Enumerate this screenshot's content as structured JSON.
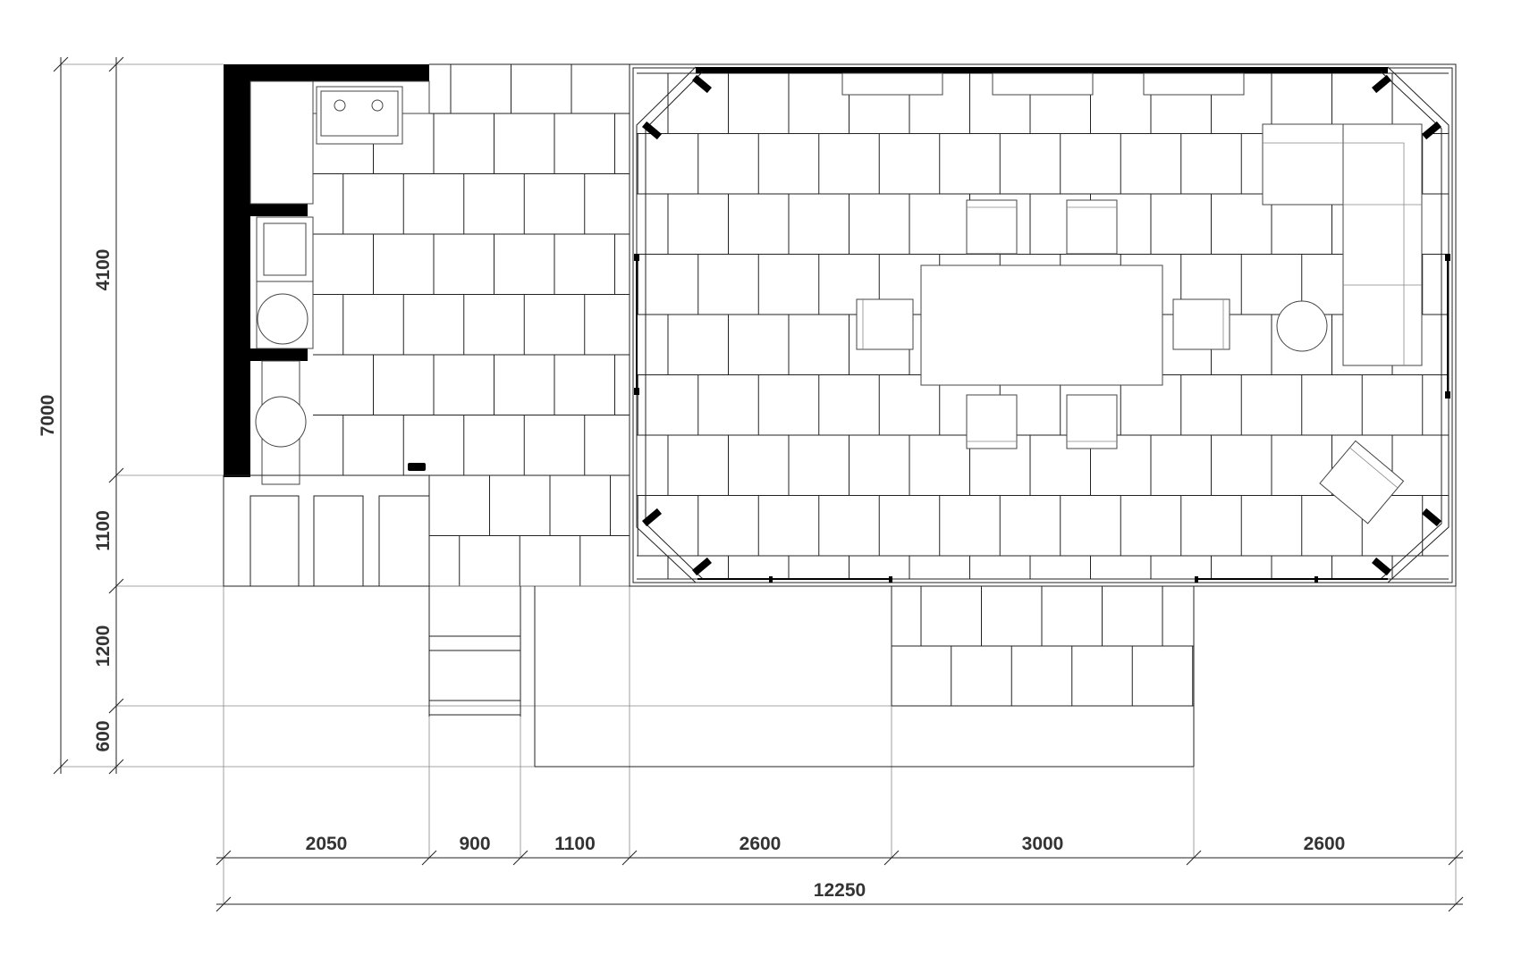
{
  "title": "",
  "dimensions": {
    "horizontal": {
      "segments": [
        "2050",
        "900",
        "1100",
        "2600",
        "3000",
        "2600"
      ],
      "total": "12250"
    },
    "vertical": {
      "segments": [
        "4100",
        "1100",
        "1200",
        "600"
      ],
      "total": "7000"
    }
  },
  "colors": {
    "line": "#222222",
    "wall": "#000000",
    "background": "#ffffff"
  }
}
